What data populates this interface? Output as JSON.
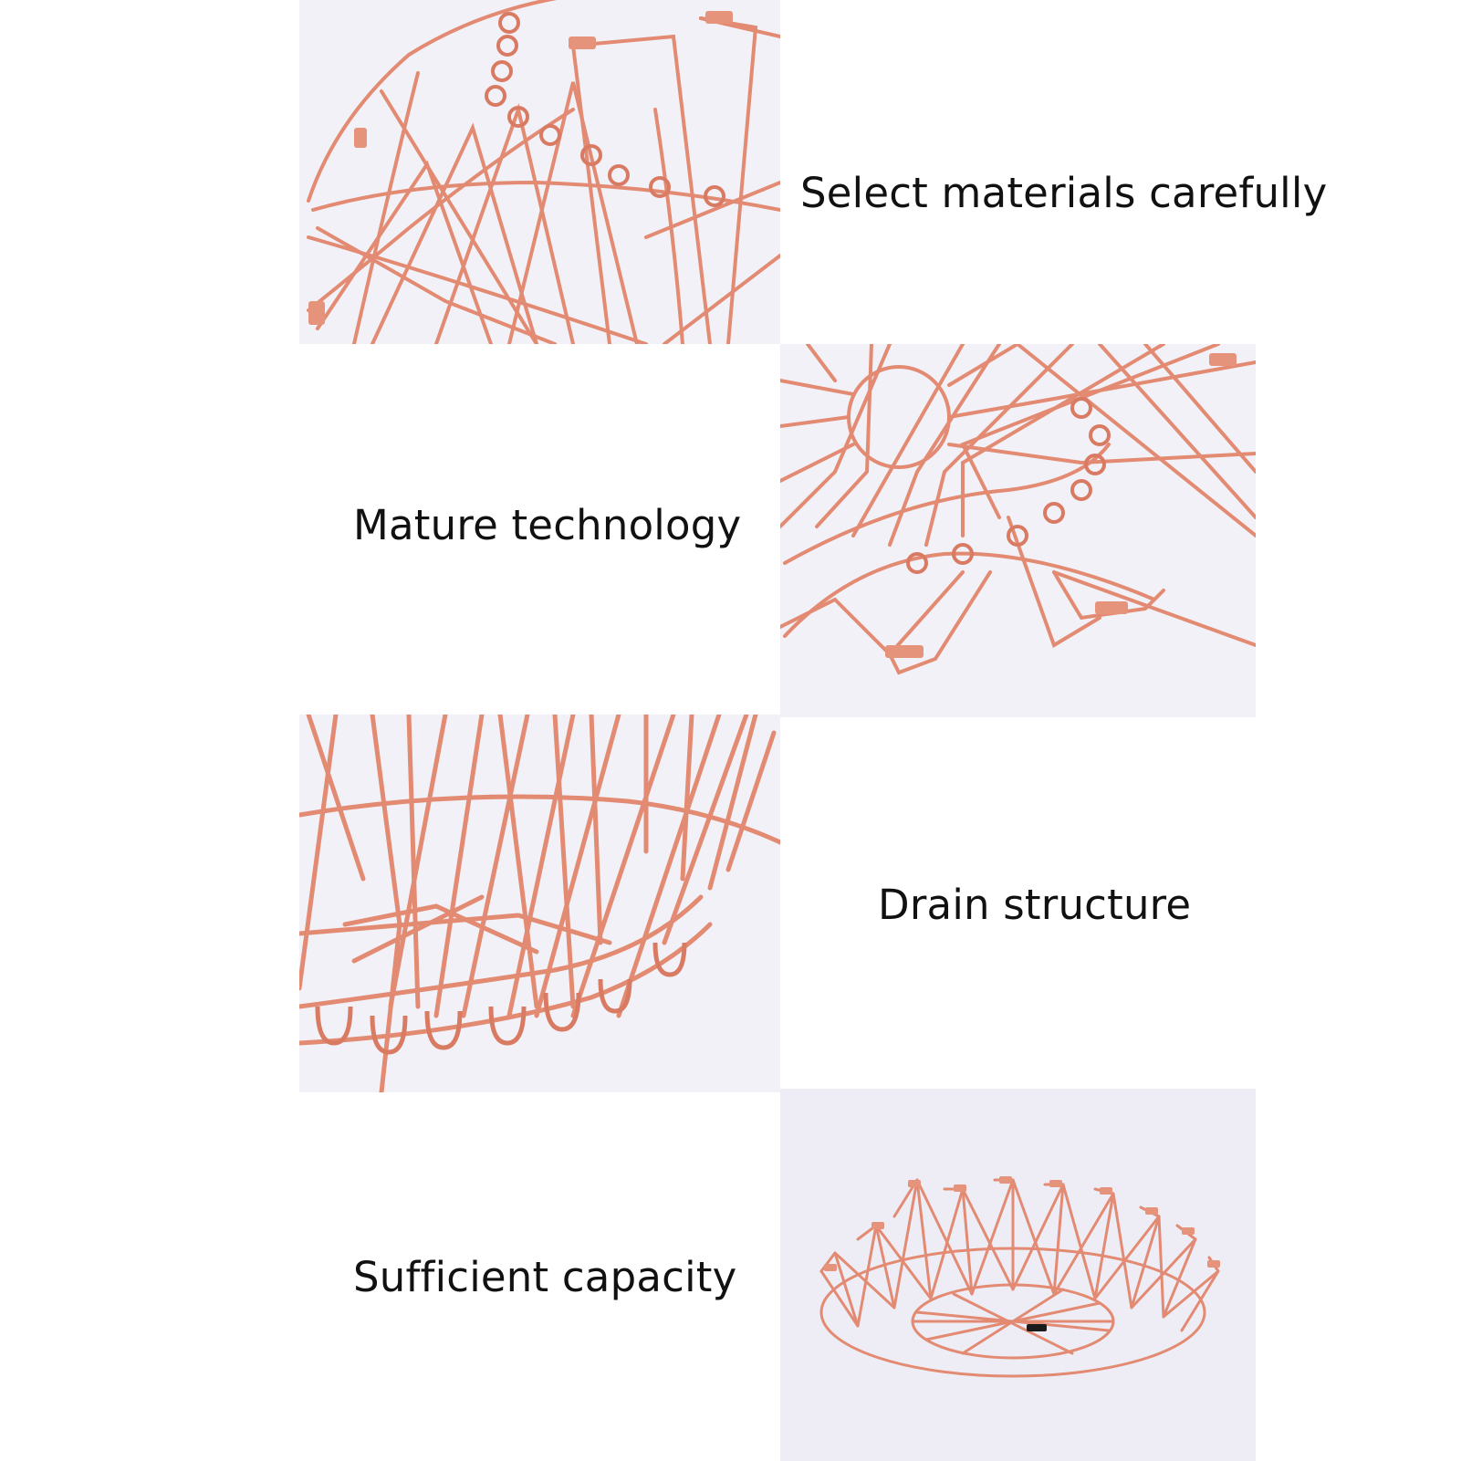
{
  "captions": {
    "materials": "Select materials carefully",
    "technology": "Mature technology",
    "drain": "Drain structure",
    "capacity": "Sufficient capacity"
  },
  "colors": {
    "wire": "#e8927a",
    "wire_highlight": "#f6c2b2",
    "panel_background": "#f1f0f7",
    "text": "#111111"
  }
}
